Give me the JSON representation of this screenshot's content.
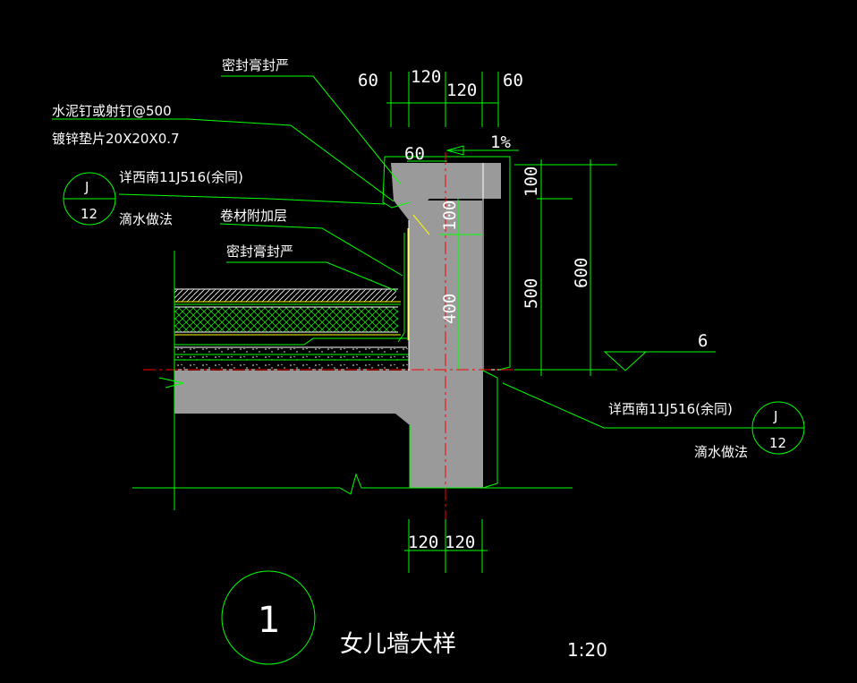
{
  "drawing": {
    "title": "女儿墙大样",
    "scale": "1:20",
    "detail_number": "1",
    "annotations": {
      "sealant_top": "密封膏封严",
      "nail": "水泥钉或射钉@500",
      "shim": "镀锌垫片20X20X0.7",
      "ref_left": "详西南11J516(余同)",
      "drip_left": "滴水做法",
      "membrane_extra": "卷材附加层",
      "sealant_mid": "密封膏封严",
      "ref_right": "详西南11J516(余同)",
      "drip_right": "滴水做法",
      "slope": "1%",
      "level_mark": "6"
    },
    "callout_left": {
      "top": "J",
      "bottom": "12"
    },
    "callout_right": {
      "top": "J",
      "bottom": "12"
    },
    "dims_top": [
      "60",
      "120",
      "120",
      "60"
    ],
    "dims_bottom": [
      "120",
      "120"
    ],
    "dim_cap_60": "60",
    "dim_cap_100": "100",
    "dim_upturn_100": "100",
    "dim_400": "400",
    "dim_500": "500",
    "dim_600": "600"
  },
  "colors": {
    "background": "#000000",
    "line": "#00ff00",
    "text": "#ffffff",
    "concrete": "#9a9a9a",
    "axis": "#ff0000",
    "accent": "#ffff00"
  }
}
